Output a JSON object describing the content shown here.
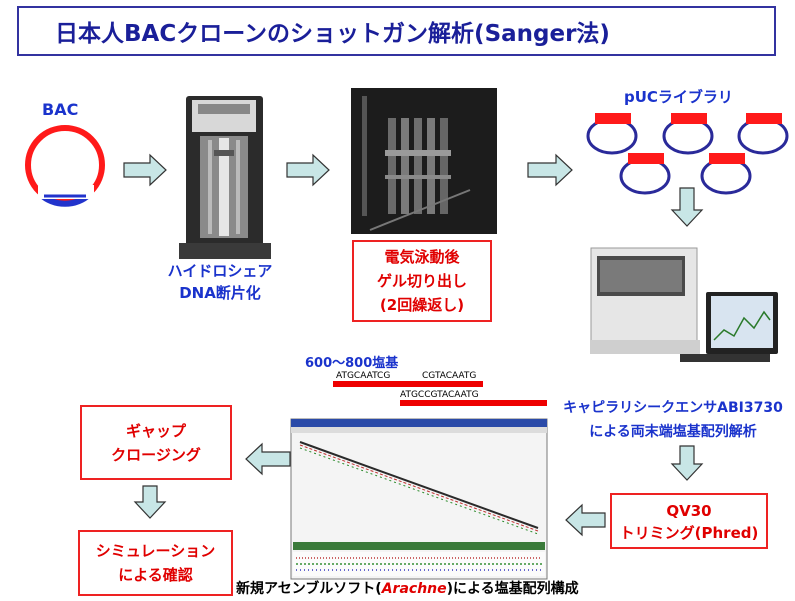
{
  "title": "日本人BACクローンのショットガン解析(Sanger法)",
  "bac_label": "BAC",
  "hydroshear_label": [
    "ハイドロシェア",
    "DNA断片化"
  ],
  "gel_label": [
    "電気泳動後",
    "ゲル切り出し",
    "(2回繰返し)"
  ],
  "puc_label": "pUCライブラリ",
  "sequencer_label": [
    "キャピラリシークエンサABI3730",
    "による両末端塩基配列解析"
  ],
  "qv_label": [
    "QV30",
    "トリミング(Phred)"
  ],
  "assembly_label": {
    "prefix": "新規アセンブルソフト(",
    "name": "Arachne",
    "suffix": ")による塩基配列構成"
  },
  "read_length_label": "600～800塩基",
  "sequences": [
    "ATGCAATCG",
    "CGTACAATG",
    "ATGCCGTACAATG"
  ],
  "gap_label": [
    "ギャップ",
    "クロージング"
  ],
  "sim_label": [
    "シミュレーション",
    "による確認"
  ],
  "colors": {
    "title": "#1a1f99",
    "blue": "#1a33cc",
    "red": "#e00000",
    "arrow_fill": "#c8e6e6",
    "arrow_stroke": "#333333",
    "plasmid_blue": "#2a2a9a",
    "plasmid_red": "#ff1a1a"
  }
}
